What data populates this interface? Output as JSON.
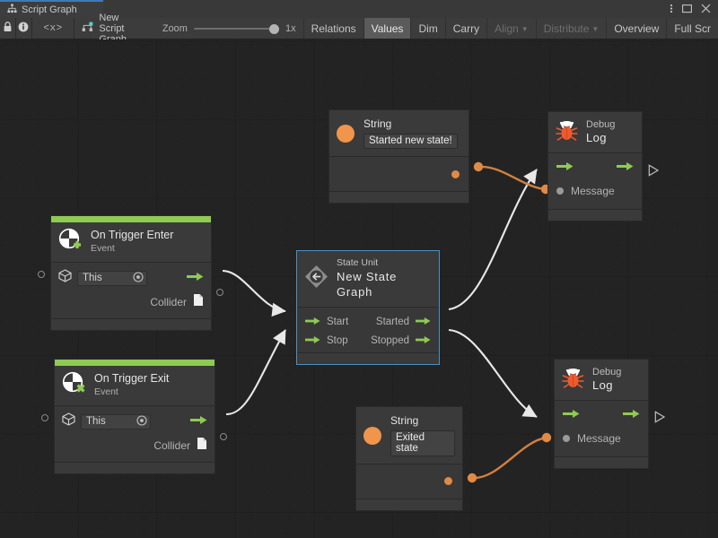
{
  "window": {
    "tab_label": "Script Graph",
    "tab_icon": "graph-hierarchy-icon",
    "menu_icon": "kebab-menu-icon",
    "maximize_icon": "maximize-icon",
    "close_icon": "close-icon"
  },
  "toolbar": {
    "lock_icon": "lock-icon",
    "info_icon": "info-icon",
    "code_label": "<x>",
    "graph_name": "New Script Graph",
    "graph_icon": "script-graph-icon",
    "zoom_label": "Zoom",
    "zoom_value": "1x",
    "buttons": [
      {
        "label": "Relations",
        "state": "normal",
        "caret": false
      },
      {
        "label": "Values",
        "state": "active",
        "caret": false
      },
      {
        "label": "Dim",
        "state": "normal",
        "caret": false
      },
      {
        "label": "Carry",
        "state": "normal",
        "caret": false
      },
      {
        "label": "Align",
        "state": "disabled",
        "caret": true
      },
      {
        "label": "Distribute",
        "state": "disabled",
        "caret": true
      },
      {
        "label": "Overview",
        "state": "normal",
        "caret": false
      },
      {
        "label": "Full Scr",
        "state": "normal",
        "caret": false
      }
    ]
  },
  "colors": {
    "accent_green": "#8fcb52",
    "value_orange": "#e08a45",
    "flow_white": "#e8e8e8",
    "selection_blue": "#4a90c4",
    "canvas_bg": "#232323",
    "node_bg": "#383838"
  },
  "nodes": {
    "string_top": {
      "icon": "string-value-icon",
      "title": "String",
      "value": "Started new state!",
      "output_port": "value-output-port"
    },
    "string_bottom": {
      "icon": "string-value-icon",
      "title": "String",
      "value": "Exited state",
      "output_port": "value-output-port"
    },
    "debug_log_top": {
      "icon": "bug-icon",
      "subtitle": "Debug",
      "title": "Log",
      "message_label": "Message"
    },
    "debug_log_bottom": {
      "icon": "bug-icon",
      "subtitle": "Debug",
      "title": "Log",
      "message_label": "Message"
    },
    "on_trigger_enter": {
      "icon": "event-enter-icon",
      "title": "On Trigger Enter",
      "subtitle": "Event",
      "target_value": "This",
      "target_icon": "gameobject-cube-icon",
      "picker_icon": "object-picker-icon",
      "collider_label": "Collider",
      "collider_icon": "collider-document-icon"
    },
    "on_trigger_exit": {
      "icon": "event-exit-icon",
      "title": "On Trigger Exit",
      "subtitle": "Event",
      "target_value": "This",
      "target_icon": "gameobject-cube-icon",
      "picker_icon": "object-picker-icon",
      "collider_label": "Collider",
      "collider_icon": "collider-document-icon"
    },
    "state_unit": {
      "icon": "state-unit-icon",
      "subtitle": "State Unit",
      "title": "New State Graph",
      "selected": true,
      "inputs": [
        "Start",
        "Stop"
      ],
      "outputs": [
        "Started",
        "Stopped"
      ]
    }
  }
}
